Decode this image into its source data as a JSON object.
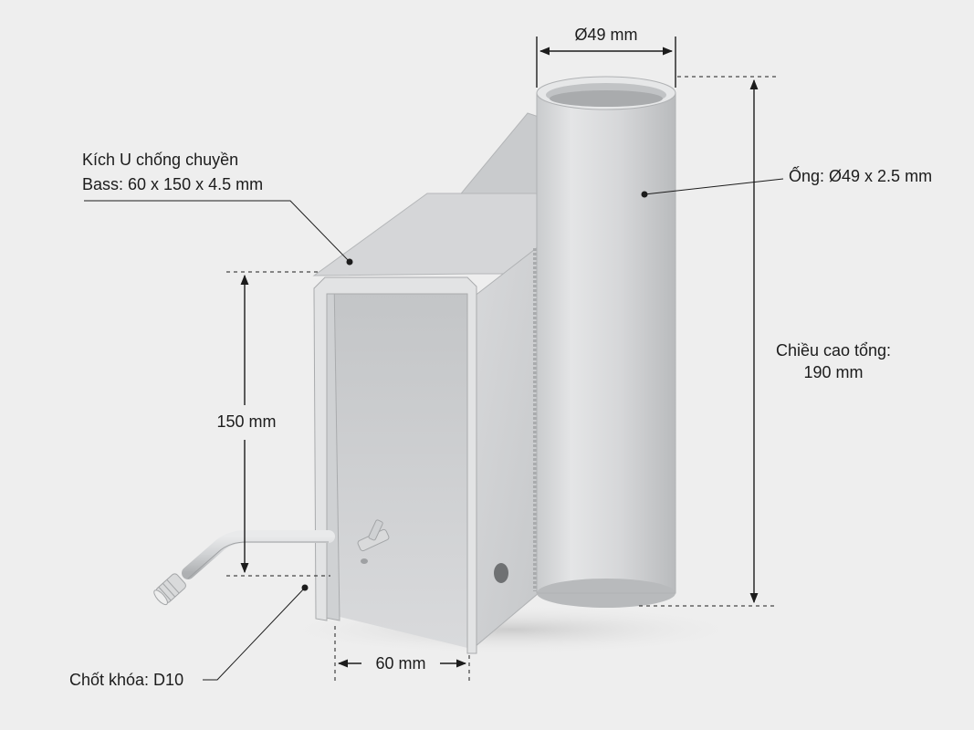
{
  "labels": {
    "pipe_diameter": "Ø49 mm",
    "u_bracket_line1": "Kích U chống chuyền",
    "u_bracket_line2": "Bass: 60 x 150 x 4.5 mm",
    "pipe_spec": "Ống: Ø49 x 2.5 mm",
    "total_height_line1": "Chiều cao tổng:",
    "total_height_line2": "190 mm",
    "bracket_height": "150 mm",
    "bracket_width": "60 mm",
    "lock_pin": "Chốt khóa: D10"
  },
  "colors": {
    "background": "#eeeeee",
    "metal": "#d2d4d6",
    "text": "#1c1c1c"
  }
}
